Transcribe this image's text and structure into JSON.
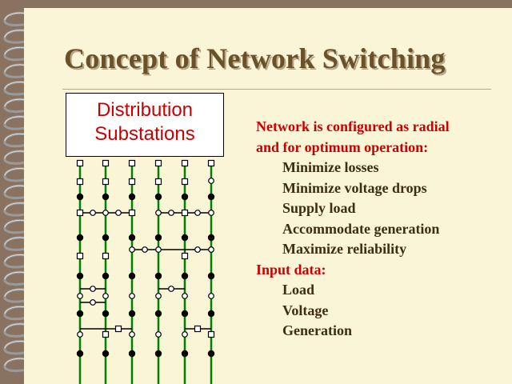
{
  "slide": {
    "title": "Concept of Network Switching",
    "box": {
      "line1": "Distribution",
      "line2": "Substations"
    },
    "heading1_line1": "Network is configured as radial",
    "heading1_line2": "and for optimum operation:",
    "objectives": [
      "Minimize losses",
      "Minimize voltage drops",
      "Supply load",
      "Accommodate generation",
      "Maximize reliability"
    ],
    "heading2": "Input data:",
    "inputs": [
      "Load",
      "Voltage",
      "Generation"
    ]
  },
  "colors": {
    "feeder": "#008000",
    "node": "#000000",
    "title": "#6b5129",
    "accent": "#cc0000"
  }
}
